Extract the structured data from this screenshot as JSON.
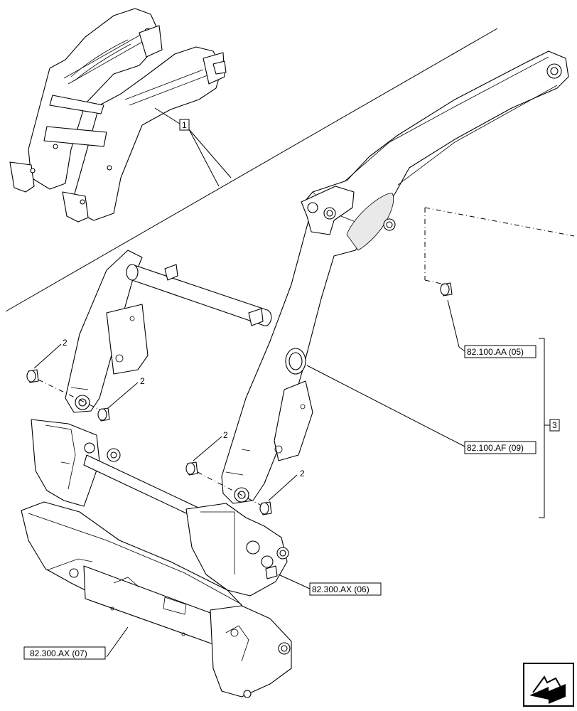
{
  "callouts": {
    "c1": "1",
    "c2a": "2",
    "c2b": "2",
    "c2c": "2",
    "c2d": "2",
    "c3": "3"
  },
  "references": {
    "ref_aa": "82.100.AA (05)",
    "ref_af": "82.100.AF (09)",
    "ref_ax06": "82.300.AX (06)",
    "ref_ax07": "82.300.AX (07)"
  },
  "icons": {
    "overview": "loader-frame-thumbnail",
    "corner": "navigation-arrow-icon"
  }
}
